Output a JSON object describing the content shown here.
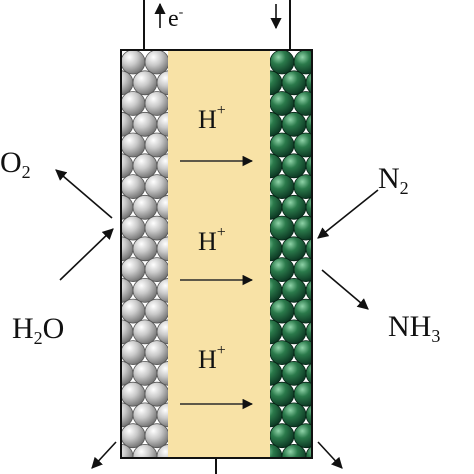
{
  "labels": {
    "electron": "e",
    "electron_sup": "-",
    "proton": "H",
    "proton_sup": "+",
    "oxygen": "O",
    "oxygen_sub": "2",
    "water_h": "H",
    "water_sub": "2",
    "water_o": "O",
    "nitrogen": "N",
    "nitrogen_sub": "2",
    "ammonia": "NH",
    "ammonia_sub": "3"
  },
  "colors": {
    "membrane": "#f8e2a6",
    "anode_sphere": "#b9b9b9",
    "cathode_sphere": "#1c5e3a",
    "line": "#111111"
  }
}
